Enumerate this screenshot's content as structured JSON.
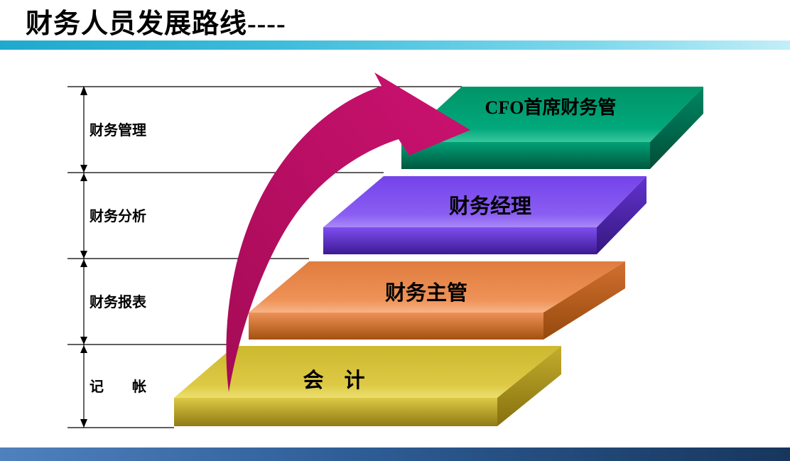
{
  "title": "财务人员发展路线----",
  "palette": {
    "top_bar": "#3ebcda",
    "bottom_bar_left": "#4f81bd",
    "bottom_bar_right": "#17365d",
    "arrow": "#c20f68",
    "axis_line": "#000000"
  },
  "axis": {
    "labels": [
      "财务管理",
      "财务分析",
      "财务报表",
      "记　　帐"
    ]
  },
  "steps": [
    {
      "label": "会　计",
      "color": "#d9c63c"
    },
    {
      "label": "财务主管",
      "color": "#ed8c52"
    },
    {
      "label": "财务经理",
      "color": "#8157f0"
    },
    {
      "label": "CFO首席财务管",
      "color": "#00a87e"
    }
  ]
}
